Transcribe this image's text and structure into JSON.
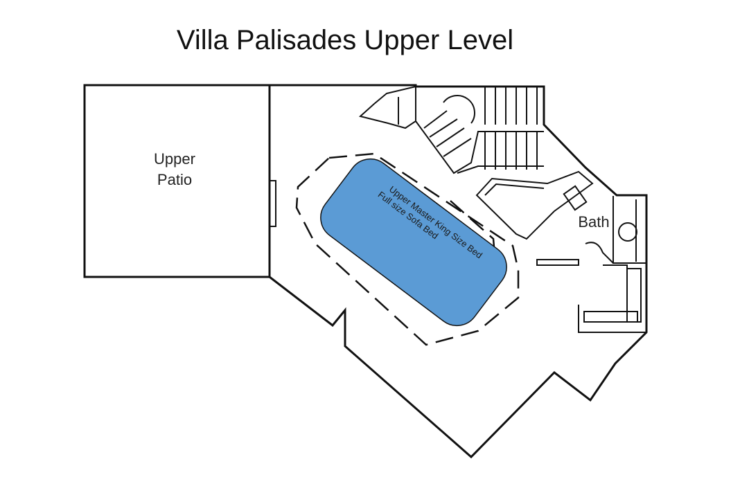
{
  "title": "Villa Palisades Upper Level",
  "rooms": {
    "patio_line1": "Upper",
    "patio_line2": "Patio",
    "bath": "Bath"
  },
  "highlight": {
    "color": "#5b9bd5",
    "line1": "Upper Master King Size Bed",
    "line2": "Full size Sofa Bed"
  }
}
